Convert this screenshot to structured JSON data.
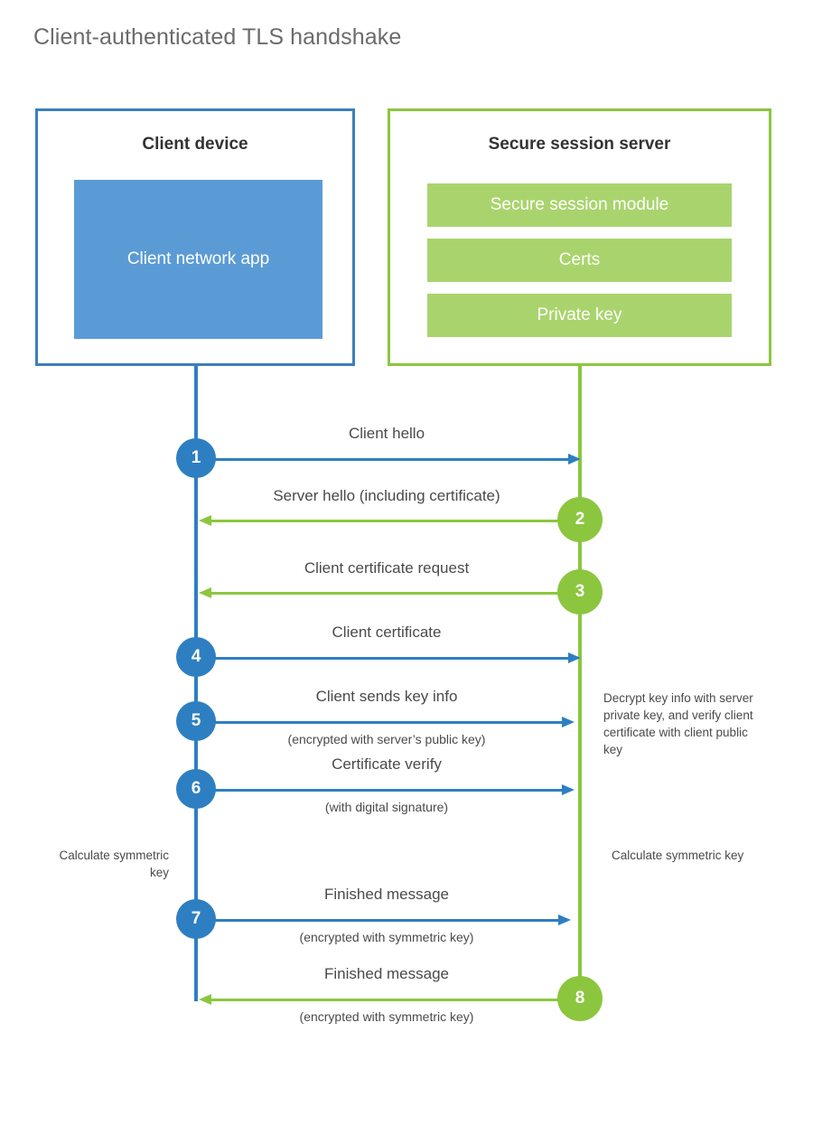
{
  "page": {
    "title": "Client-authenticated TLS handshake"
  },
  "colors": {
    "client_accent": "#2e7fc1",
    "client_border": "#3d7ebd",
    "client_fill": "#5b9bd5",
    "server_accent": "#8cc63f",
    "server_fill": "#a9d46d",
    "text": "#4a4a4a",
    "title_text": "#6b6b6b",
    "background": "#ffffff"
  },
  "client": {
    "title": "Client device",
    "app_label": "Client network app"
  },
  "server": {
    "title": "Secure session server",
    "components": [
      {
        "label": "Secure session module"
      },
      {
        "label": "Certs"
      },
      {
        "label": "Private key"
      }
    ]
  },
  "messages": [
    {
      "step": "1",
      "label": "Client hello",
      "sublabel": "",
      "direction": "client-to-server",
      "color": "blue"
    },
    {
      "step": "2",
      "label": "Server hello (including certificate)",
      "sublabel": "",
      "direction": "server-to-client",
      "color": "green"
    },
    {
      "step": "3",
      "label": "Client certificate request",
      "sublabel": "",
      "direction": "server-to-client",
      "color": "green"
    },
    {
      "step": "4",
      "label": "Client certificate",
      "sublabel": "",
      "direction": "client-to-server",
      "color": "blue"
    },
    {
      "step": "5",
      "label": "Client sends key info",
      "sublabel": "(encrypted with server’s public key)",
      "direction": "client-to-server",
      "color": "blue"
    },
    {
      "step": "6",
      "label": "Certificate verify",
      "sublabel": "(with digital signature)",
      "direction": "client-to-server",
      "color": "blue"
    },
    {
      "step": "7",
      "label": "Finished message",
      "sublabel": "(encrypted with symmetric key)",
      "direction": "client-to-server",
      "color": "blue"
    },
    {
      "step": "8",
      "label": "Finished message",
      "sublabel": "(encrypted with symmetric key)",
      "direction": "server-to-client",
      "color": "green"
    }
  ],
  "notes": {
    "server_decrypt": "Decrypt key info with server private key, and verify client certificate with client public key",
    "client_calculate": "Calculate symmetric key",
    "server_calculate": "Calculate symmetric key"
  }
}
